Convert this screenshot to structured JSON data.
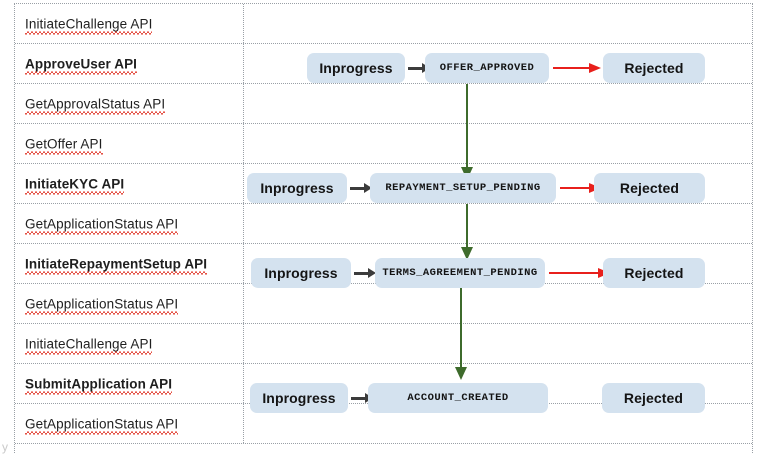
{
  "diagram": {
    "title": "API to application-state flow table",
    "colors": {
      "node_fill": "#d4e2ef",
      "reject_arrow": "#e8201c",
      "progress_arrow": "#3c3c3c",
      "state_transition_arrow": "#3e6b2c",
      "grid": "#9aa0a6",
      "spellcheck_underline": "#e23b2e"
    },
    "rows": [
      {
        "api": "InitiateChallenge API",
        "bold": false
      },
      {
        "api": "ApproveUser API",
        "bold": true
      },
      {
        "api": "GetApprovalStatus API",
        "bold": false
      },
      {
        "api": "GetOffer API",
        "bold": false
      },
      {
        "api": "InitiateKYC API",
        "bold": true
      },
      {
        "api": "GetApplicationStatus API",
        "bold": false
      },
      {
        "api": "InitiateRepaymentSetup API",
        "bold": true
      },
      {
        "api": "GetApplicationStatus API",
        "bold": false
      },
      {
        "api": "InitiateChallenge API",
        "bold": false
      },
      {
        "api": "SubmitApplication API",
        "bold": true
      },
      {
        "api": "GetApplicationStatus API",
        "bold": false
      }
    ],
    "flows": [
      {
        "row_index": 1,
        "in_label": "Inprogress",
        "state": "OFFER_APPROVED",
        "reject_label": "Rejected",
        "has_reject_arrow": true
      },
      {
        "row_index": 4,
        "in_label": "Inprogress",
        "state": "REPAYMENT_SETUP_PENDING",
        "reject_label": "Rejected",
        "has_reject_arrow": true
      },
      {
        "row_index": 6,
        "in_label": "Inprogress",
        "state": "TERMS_AGREEMENT_PENDING",
        "reject_label": "Rejected",
        "has_reject_arrow": true
      },
      {
        "row_index": 9,
        "in_label": "Inprogress",
        "state": "ACCOUNT_CREATED",
        "reject_label": "Rejected",
        "has_reject_arrow": false
      }
    ],
    "artifact": "y"
  }
}
